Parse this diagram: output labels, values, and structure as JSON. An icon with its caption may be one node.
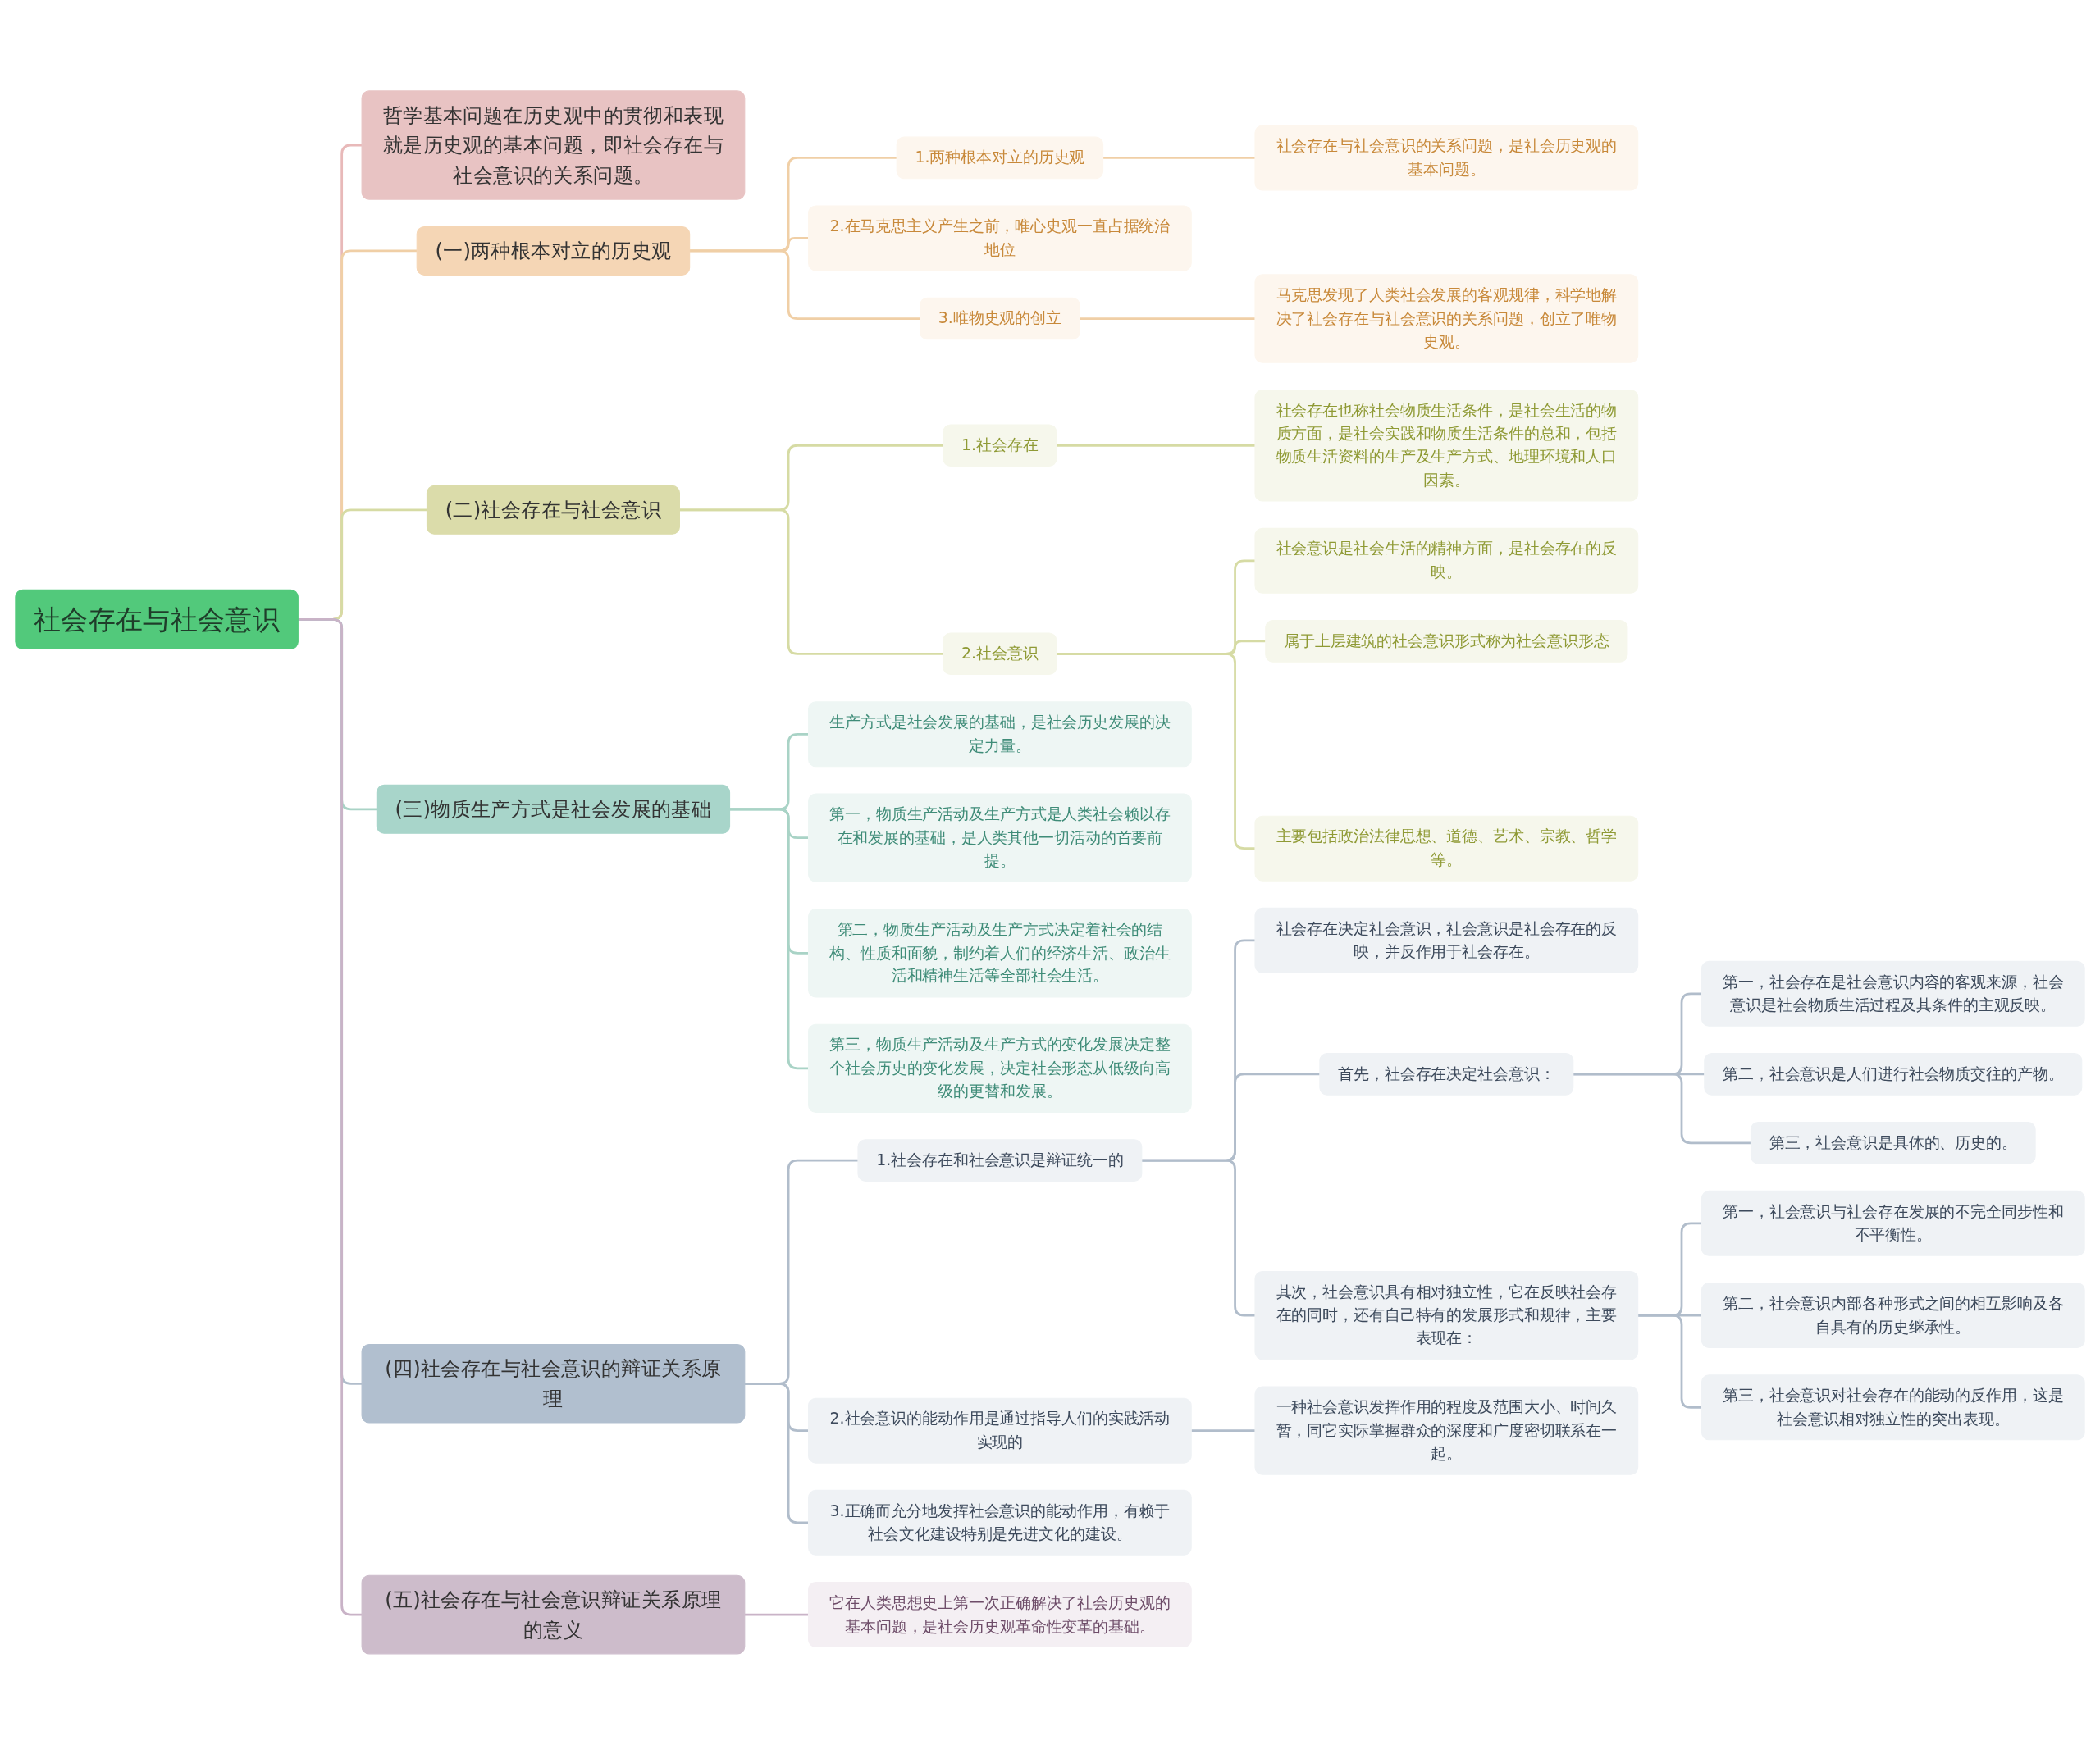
{
  "diagram": {
    "nodes": [
      {
        "text": [
          "社会存在与社会意识"
        ]
      },
      {
        "text": [
          "哲学基本问题在历史观中的贯彻和表现就是历史观的基本问题，即社会存在与社会意识的关系问题。"
        ]
      },
      {
        "text": [
          "(一)两种根本对立的历史观"
        ]
      },
      {
        "text": [
          "1.两种根本对立的历史观"
        ]
      },
      {
        "text": [
          "社会存在与社会意识的关系问题，是社会历史观的基本问题。"
        ]
      },
      {
        "text": [
          "2.在马克思主义产生之前，唯心史观一直占据统治地位"
        ]
      },
      {
        "text": [
          "3.唯物史观的创立"
        ]
      },
      {
        "text": [
          "马克思发现了人类社会发展的客观规律，科学地解决了社会存在与社会意识的关系问题，创立了唯物史观。"
        ]
      },
      {
        "text": [
          "(二)社会存在与社会意识"
        ]
      },
      {
        "text": [
          "1.社会存在"
        ]
      },
      {
        "text": [
          "社会存在也称社会物质生活条件，是社会生活的物质方面，是社会实践和物质生活条件的总和，包括物质生活资料的生产及生产方式、地理环境和人口因素。"
        ]
      },
      {
        "text": [
          "2.社会意识"
        ]
      },
      {
        "text": [
          "社会意识是社会生活的精神方面，是社会存在的反映。"
        ]
      },
      {
        "text": [
          "属于上层建筑的社会意识形式称为社会意识形态"
        ]
      },
      {
        "text": [
          "主要包括政治法律思想、道德、艺术、宗教、哲学等。"
        ]
      },
      {
        "text": [
          "(三)物质生产方式是社会发展的基础"
        ]
      },
      {
        "text": [
          "生产方式是社会发展的基础，是社会历史发展的决定力量。"
        ]
      },
      {
        "text": [
          "第一，物质生产活动及生产方式是人类社会赖以存在和发展的基础，是人类其他一切活动的首要前提。"
        ]
      },
      {
        "text": [
          "第二，物质生产活动及生产方式决定着社会的结构、性质和面貌，制约着人们的经济生活、政治生活和精神生活等全部社会生活。"
        ]
      },
      {
        "text": [
          "第三，物质生产活动及生产方式的变化发展决定整个社会历史的变化发展，决定社会形态从低级向高级的更替和发展。"
        ]
      },
      {
        "text": [
          "(四)社会存在与社会意识的辩证关系原理"
        ]
      },
      {
        "text": [
          "1.社会存在和社会意识是辩证统一的"
        ]
      },
      {
        "text": [
          "社会存在决定社会意识，社会意识是社会存在的反映，并反作用于社会存在。"
        ]
      },
      {
        "text": [
          "首先，社会存在决定社会意识："
        ]
      },
      {
        "text": [
          "第一，社会存在是社会意识内容的客观来源，社会意识是社会物质生活过程及其条件的主观反映。"
        ]
      },
      {
        "text": [
          "第二，社会意识是人们进行社会物质交往的产物。"
        ]
      },
      {
        "text": [
          "第三，社会意识是具体的、历史的。"
        ]
      },
      {
        "text": [
          "其次，社会意识具有相对独立性，它在反映社会存在的同时，还有自己特有的发展形式和规律，主要表现在："
        ]
      },
      {
        "text": [
          "第一，社会意识与社会存在发展的不完全同步性和不平衡性。"
        ]
      },
      {
        "text": [
          "第二，社会意识内部各种形式之间的相互影响及各自具有的历史继承性。"
        ]
      },
      {
        "text": [
          "第三，社会意识对社会存在的能动的反作用，这是社会意识相对独立性的突出表现。"
        ]
      },
      {
        "text": [
          "2.社会意识的能动作用是通过指导人们的实践活动实现的"
        ]
      },
      {
        "text": [
          "一种社会意识发挥作用的程度及范围大小、时间久暂，同它实际掌握群众的深度和广度密切联系在一起。"
        ]
      },
      {
        "text": [
          "3.正确而充分地发挥社会意识的能动作用，有赖于社会文化建设特别是先进文化的建设。"
        ]
      },
      {
        "text": [
          "(五)社会存在与社会意识辩证关系原理的意义"
        ]
      },
      {
        "text": [
          "它在人类思想史上第一次正确解决了社会历史观的基本问题，是社会历史观革命性变革的基础。"
        ]
      }
    ],
    "edges": [
      {
        "from": 0,
        "to": 1,
        "arrow": "none",
        "color": "#e8b9b9"
      },
      {
        "from": 0,
        "to": 2,
        "arrow": "none",
        "color": "#f0cfa6"
      },
      {
        "from": 2,
        "to": 3,
        "arrow": "none",
        "color": "#f0cfa6"
      },
      {
        "from": 3,
        "to": 4,
        "arrow": "none",
        "color": "#f0cfa6"
      },
      {
        "from": 2,
        "to": 5,
        "arrow": "none",
        "color": "#f0cfa6"
      },
      {
        "from": 2,
        "to": 6,
        "arrow": "none",
        "color": "#f0cfa6"
      },
      {
        "from": 6,
        "to": 7,
        "arrow": "none",
        "color": "#f0cfa6"
      },
      {
        "from": 0,
        "to": 8,
        "arrow": "none",
        "color": "#d6dba4"
      },
      {
        "from": 8,
        "to": 9,
        "arrow": "none",
        "color": "#d6dba4"
      },
      {
        "from": 9,
        "to": 10,
        "arrow": "none",
        "color": "#d6dba4"
      },
      {
        "from": 8,
        "to": 11,
        "arrow": "none",
        "color": "#d6dba4"
      },
      {
        "from": 11,
        "to": 12,
        "arrow": "none",
        "color": "#d6dba4"
      },
      {
        "from": 11,
        "to": 13,
        "arrow": "none",
        "color": "#d6dba4"
      },
      {
        "from": 11,
        "to": 14,
        "arrow": "none",
        "color": "#d6dba4"
      },
      {
        "from": 0,
        "to": 15,
        "arrow": "none",
        "color": "#a9d3c6"
      },
      {
        "from": 15,
        "to": 16,
        "arrow": "none",
        "color": "#a9d3c6"
      },
      {
        "from": 15,
        "to": 17,
        "arrow": "none",
        "color": "#a9d3c6"
      },
      {
        "from": 15,
        "to": 18,
        "arrow": "none",
        "color": "#a9d3c6"
      },
      {
        "from": 15,
        "to": 19,
        "arrow": "none",
        "color": "#a9d3c6"
      },
      {
        "from": 0,
        "to": 20,
        "arrow": "none",
        "color": "#b1bdcb"
      },
      {
        "from": 20,
        "to": 21,
        "arrow": "none",
        "color": "#b1bdcb"
      },
      {
        "from": 21,
        "to": 22,
        "arrow": "none",
        "color": "#b1bdcb"
      },
      {
        "from": 21,
        "to": 23,
        "arrow": "none",
        "color": "#b1bdcb"
      },
      {
        "from": 23,
        "to": 24,
        "arrow": "none",
        "color": "#b1bdcb"
      },
      {
        "from": 23,
        "to": 25,
        "arrow": "none",
        "color": "#b1bdcb"
      },
      {
        "from": 23,
        "to": 26,
        "arrow": "none",
        "color": "#b1bdcb"
      },
      {
        "from": 21,
        "to": 27,
        "arrow": "none",
        "color": "#b1bdcb"
      },
      {
        "from": 27,
        "to": 28,
        "arrow": "none",
        "color": "#b1bdcb"
      },
      {
        "from": 27,
        "to": 29,
        "arrow": "none",
        "color": "#b1bdcb"
      },
      {
        "from": 27,
        "to": 30,
        "arrow": "none",
        "color": "#b1bdcb"
      },
      {
        "from": 20,
        "to": 31,
        "arrow": "none",
        "color": "#b1bdcb"
      },
      {
        "from": 31,
        "to": 32,
        "arrow": "none",
        "color": "#b1bdcb"
      },
      {
        "from": 20,
        "to": 33,
        "arrow": "none",
        "color": "#b1bdcb"
      },
      {
        "from": 0,
        "to": 34,
        "arrow": "none",
        "color": "#c9b3c7"
      },
      {
        "from": 34,
        "to": 35,
        "arrow": "none",
        "color": "#c9b3c7"
      }
    ]
  }
}
